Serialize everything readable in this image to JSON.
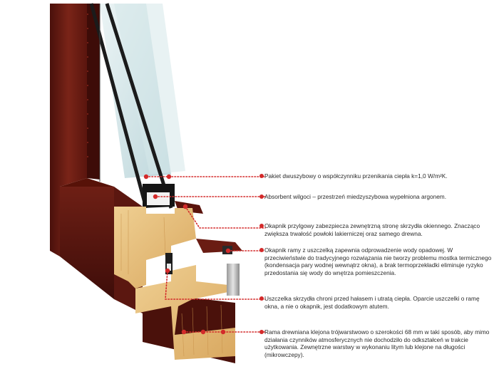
{
  "colors": {
    "frame_wood": "#6b1c14",
    "frame_wood_dark": "#3e0d09",
    "pine": "#e6be7c",
    "pine_dark": "#c9954a",
    "glass": "#cfe3e6",
    "spacer": "#111111",
    "leader": "#d32a2a",
    "label_text": "#2b2b2b"
  },
  "callouts": [
    {
      "id": "glazing",
      "text": "Pakiet dwuszybowy o współczynniku przenikania ciepła k=1,0 W/m²K."
    },
    {
      "id": "absorbent",
      "text": "Absorbent wilgoci – przestrzeń miedzyszybowa wypełniona argonem."
    },
    {
      "id": "sash-drip",
      "text": "Okapnik przylgowy zabezpiecza zewnętrzną stronę skrzydła okiennego. Znacząco zwiększa trwałość powłoki lakierniczej oraz samego drewna."
    },
    {
      "id": "frame-drip",
      "text": "Okapnik ramy z uszczelką zapewnia odprowadzenie wody opadowej. W przeciwieństwie do tradycyjnego rozwiązania nie tworzy problemu mostka termicznego (kondensacja pary wodnej wewnątrz okna), a brak termoprzekładki eliminuje ryzyko przedostania się wody do wnętrza pomieszczenia."
    },
    {
      "id": "seal",
      "text": "Uszczelka skrzydła chroni przed hałasem i utratą ciepła. Oparcie uszczelki o ramę okna, a nie o okapnik, jest dodatkowym atutem."
    },
    {
      "id": "laminated-frame",
      "text": "Rama drewniana klejona trójwarstwowo o szerokości 68 mm w taki sposób, aby mimo działania czynników atmosferycznych nie dochodziło do odkształceń w trakcie użytkowania. Zewnętrzne warstwy w wykonaniu litym lub klejone na długości (mikrowczepy)."
    }
  ]
}
